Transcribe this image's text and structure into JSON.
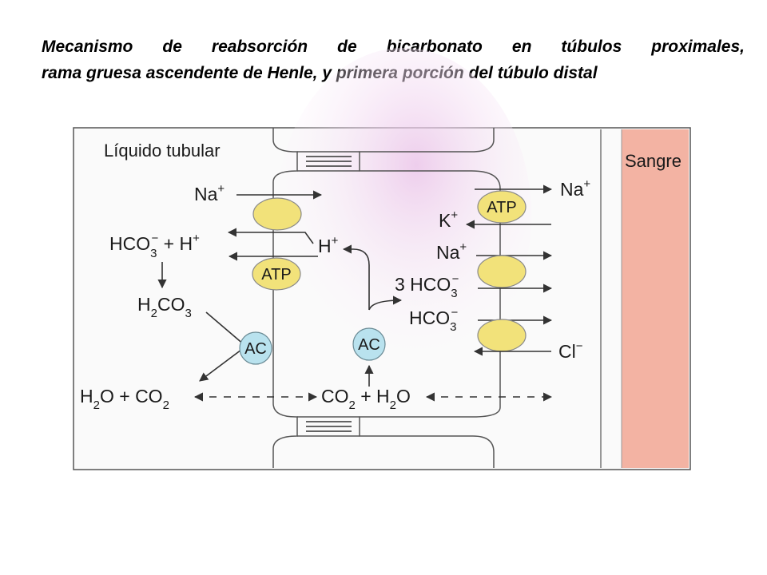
{
  "title": {
    "line1": "Mecanismo de reabsorción de bicarbonato en túbulos proximales,",
    "line2": "rama gruesa ascendente de Henle, y primera porción del túbulo distal"
  },
  "regions": {
    "lumen": "Líquido tubular",
    "blood": "Sangre"
  },
  "apical": {
    "na": {
      "base": "Na",
      "sup": "+"
    },
    "hco3_base": "HCO",
    "hco3_sub": "3",
    "hco3_sup": "−",
    "plus_h_base": " + H",
    "plus_h_sup": "+",
    "atp": "ATP"
  },
  "lumen_reaction": {
    "h2co3": {
      "a": "H",
      "b": "2",
      "c": "CO",
      "d": "3"
    },
    "ac": "AC",
    "h2o_co2": {
      "a": "H",
      "b": "2",
      "c": "O + CO",
      "d": "2"
    }
  },
  "cell": {
    "h": {
      "base": "H",
      "sup": "+"
    },
    "ac": "AC",
    "co2_h2o": {
      "a": "CO",
      "b": "2",
      "c": " + H",
      "d": "2",
      "e": "O"
    }
  },
  "basolateral": {
    "atp": "ATP",
    "na_out": {
      "base": "Na",
      "sup": "+"
    },
    "k": {
      "base": "K",
      "sup": "+"
    },
    "na": {
      "base": "Na",
      "sup": "+"
    },
    "three_hco3": {
      "a": "3 HCO",
      "b": "3",
      "c": "−"
    },
    "hco3": {
      "a": "HCO",
      "b": "3",
      "c": "−"
    },
    "cl": {
      "base": "Cl",
      "sup": "−"
    }
  },
  "colors": {
    "carrier": "#f2e27a",
    "carrier_stroke": "#8a8a8a",
    "enzyme": "#b9e2ee",
    "blood": "#f3b3a3",
    "line": "#444444",
    "cytoplasm_tint": "#f2d4ee"
  }
}
